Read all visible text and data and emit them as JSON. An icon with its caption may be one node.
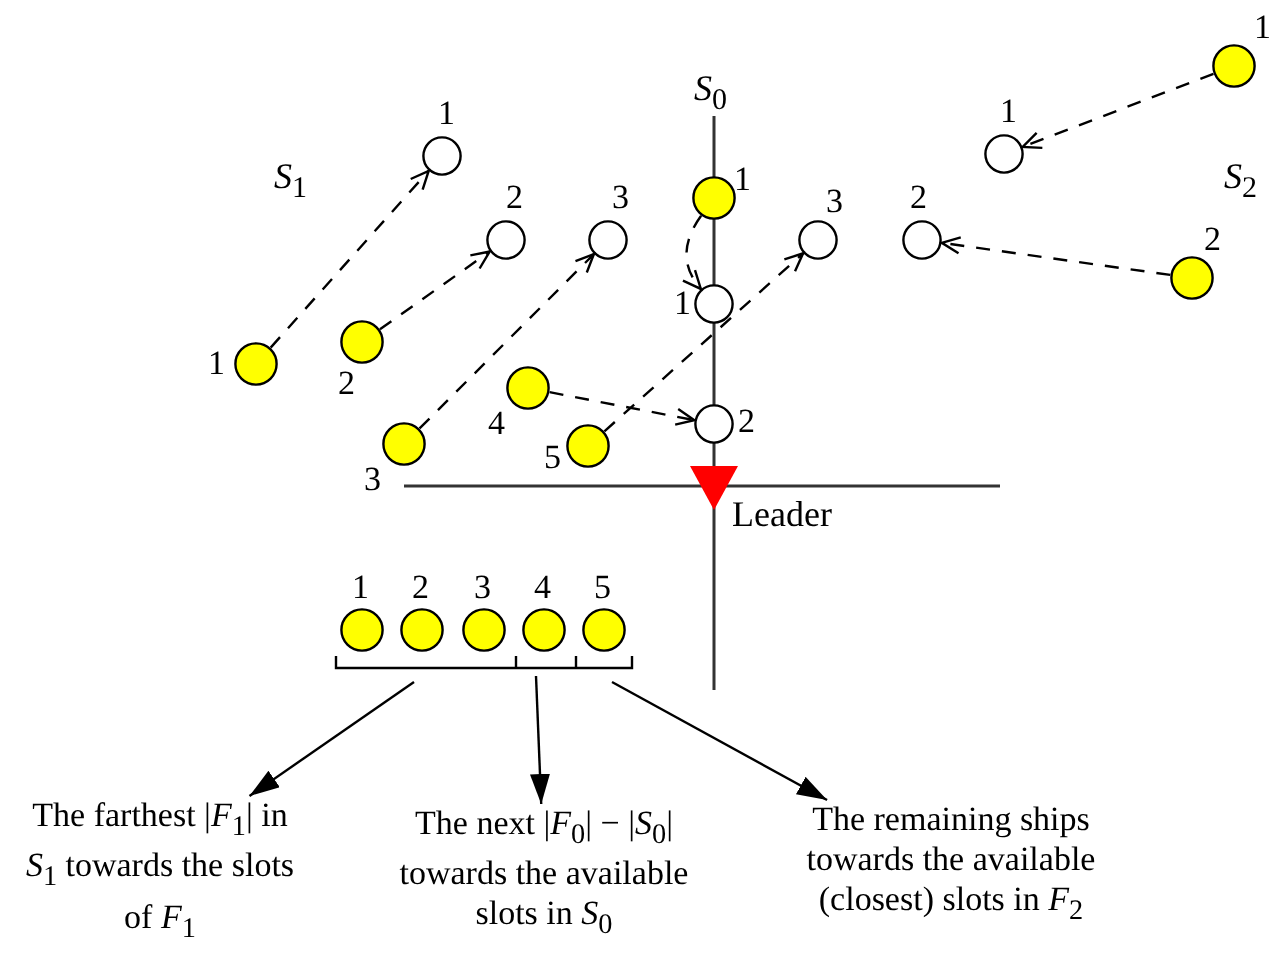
{
  "diagram": {
    "nodes": [
      {
        "text": [],
        "shape": "circle",
        "beside": [
          "1"
        ]
      },
      {
        "text": [],
        "shape": "circle",
        "beside": [
          "1"
        ]
      },
      {
        "text": [],
        "shape": "circle",
        "beside": [
          "1"
        ]
      },
      {
        "text": [],
        "shape": "circle",
        "beside": [
          "1"
        ]
      },
      {
        "text": [],
        "shape": "circle",
        "beside": [
          "2"
        ]
      },
      {
        "text": [],
        "shape": "circle",
        "beside": [
          "3"
        ]
      },
      {
        "text": [],
        "shape": "circle",
        "beside": [
          "3"
        ]
      },
      {
        "text": [],
        "shape": "circle",
        "beside": [
          "2"
        ]
      },
      {
        "text": [],
        "shape": "circle",
        "beside": [
          "2"
        ]
      },
      {
        "text": [],
        "shape": "circle",
        "beside": [
          "1"
        ]
      },
      {
        "text": [],
        "shape": "circle",
        "beside": [
          "2"
        ]
      },
      {
        "text": [],
        "shape": "circle",
        "beside": [
          "1"
        ]
      },
      {
        "text": [],
        "shape": "circle",
        "beside": [
          "4"
        ]
      },
      {
        "text": [],
        "shape": "circle",
        "beside": [
          "2"
        ]
      },
      {
        "text": [],
        "shape": "circle",
        "beside": [
          "3"
        ]
      },
      {
        "text": [],
        "shape": "circle",
        "beside": [
          "5"
        ]
      },
      {
        "text": [],
        "shape": "circle",
        "beside": [
          "1"
        ]
      },
      {
        "text": [],
        "shape": "circle",
        "beside": [
          "2"
        ]
      },
      {
        "text": [],
        "shape": "circle",
        "beside": [
          "3"
        ]
      },
      {
        "text": [],
        "shape": "circle",
        "beside": [
          "4"
        ]
      },
      {
        "text": [],
        "shape": "circle",
        "beside": [
          "5"
        ]
      },
      {
        "text": [
          "The farthest |*F*$_{1}$| in *S*$_{1}$ towards the slots of *F*$_{1}$"
        ]
      },
      {
        "text": [
          "The next |*F*$_{0}$| − |*S*$_{0}$| towards the available slots in *S*$_{0}$"
        ]
      },
      {
        "text": [
          "The remaining ships towards the available (closest) slots in *F*$_{2}$"
        ]
      }
    ],
    "edges": [
      {
        "from": 11,
        "to": 2,
        "arrow": "to",
        "style": "dashed"
      },
      {
        "from": 10,
        "to": 4,
        "arrow": "to",
        "style": "dashed"
      },
      {
        "from": 14,
        "to": 5,
        "arrow": "to",
        "style": "dashed"
      },
      {
        "from": 15,
        "to": 6,
        "arrow": "to",
        "style": "dashed"
      },
      {
        "from": 12,
        "to": 13,
        "arrow": "to",
        "style": "dashed"
      },
      {
        "from": 3,
        "to": 9,
        "arrow": "to",
        "style": "dashed"
      },
      {
        "from": 0,
        "to": 1,
        "arrow": "to",
        "style": "dashed"
      },
      {
        "from": 8,
        "to": 7,
        "arrow": "to",
        "style": "dashed"
      },
      {
        "from": null,
        "to": 21,
        "arrow": "to"
      },
      {
        "from": null,
        "to": 22,
        "arrow": "to"
      },
      {
        "from": null,
        "to": 23,
        "arrow": "to"
      }
    ],
    "labels": [
      "*S*$_{0}$",
      "*S*$_{1}$",
      "*S*$_{2}$",
      "Leader"
    ]
  }
}
